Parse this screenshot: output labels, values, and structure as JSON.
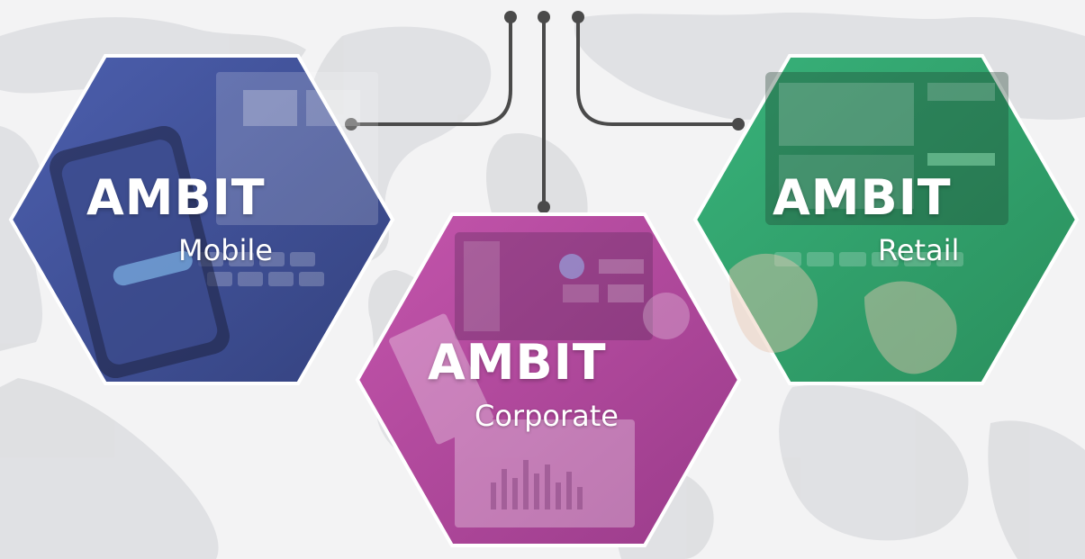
{
  "brand": "AMBIT",
  "products": [
    {
      "name": "AMBIT",
      "subtitle": "Mobile",
      "tint": "#3e4f9c"
    },
    {
      "name": "AMBIT",
      "subtitle": "Corporate",
      "tint": "#b2489e"
    },
    {
      "name": "AMBIT",
      "subtitle": "Retail",
      "tint": "#2ea56c"
    }
  ],
  "colors": {
    "background": "#f3f3f4",
    "map": "#dcdde0",
    "connector": "#4a4a4a",
    "border": "#ffffff"
  }
}
